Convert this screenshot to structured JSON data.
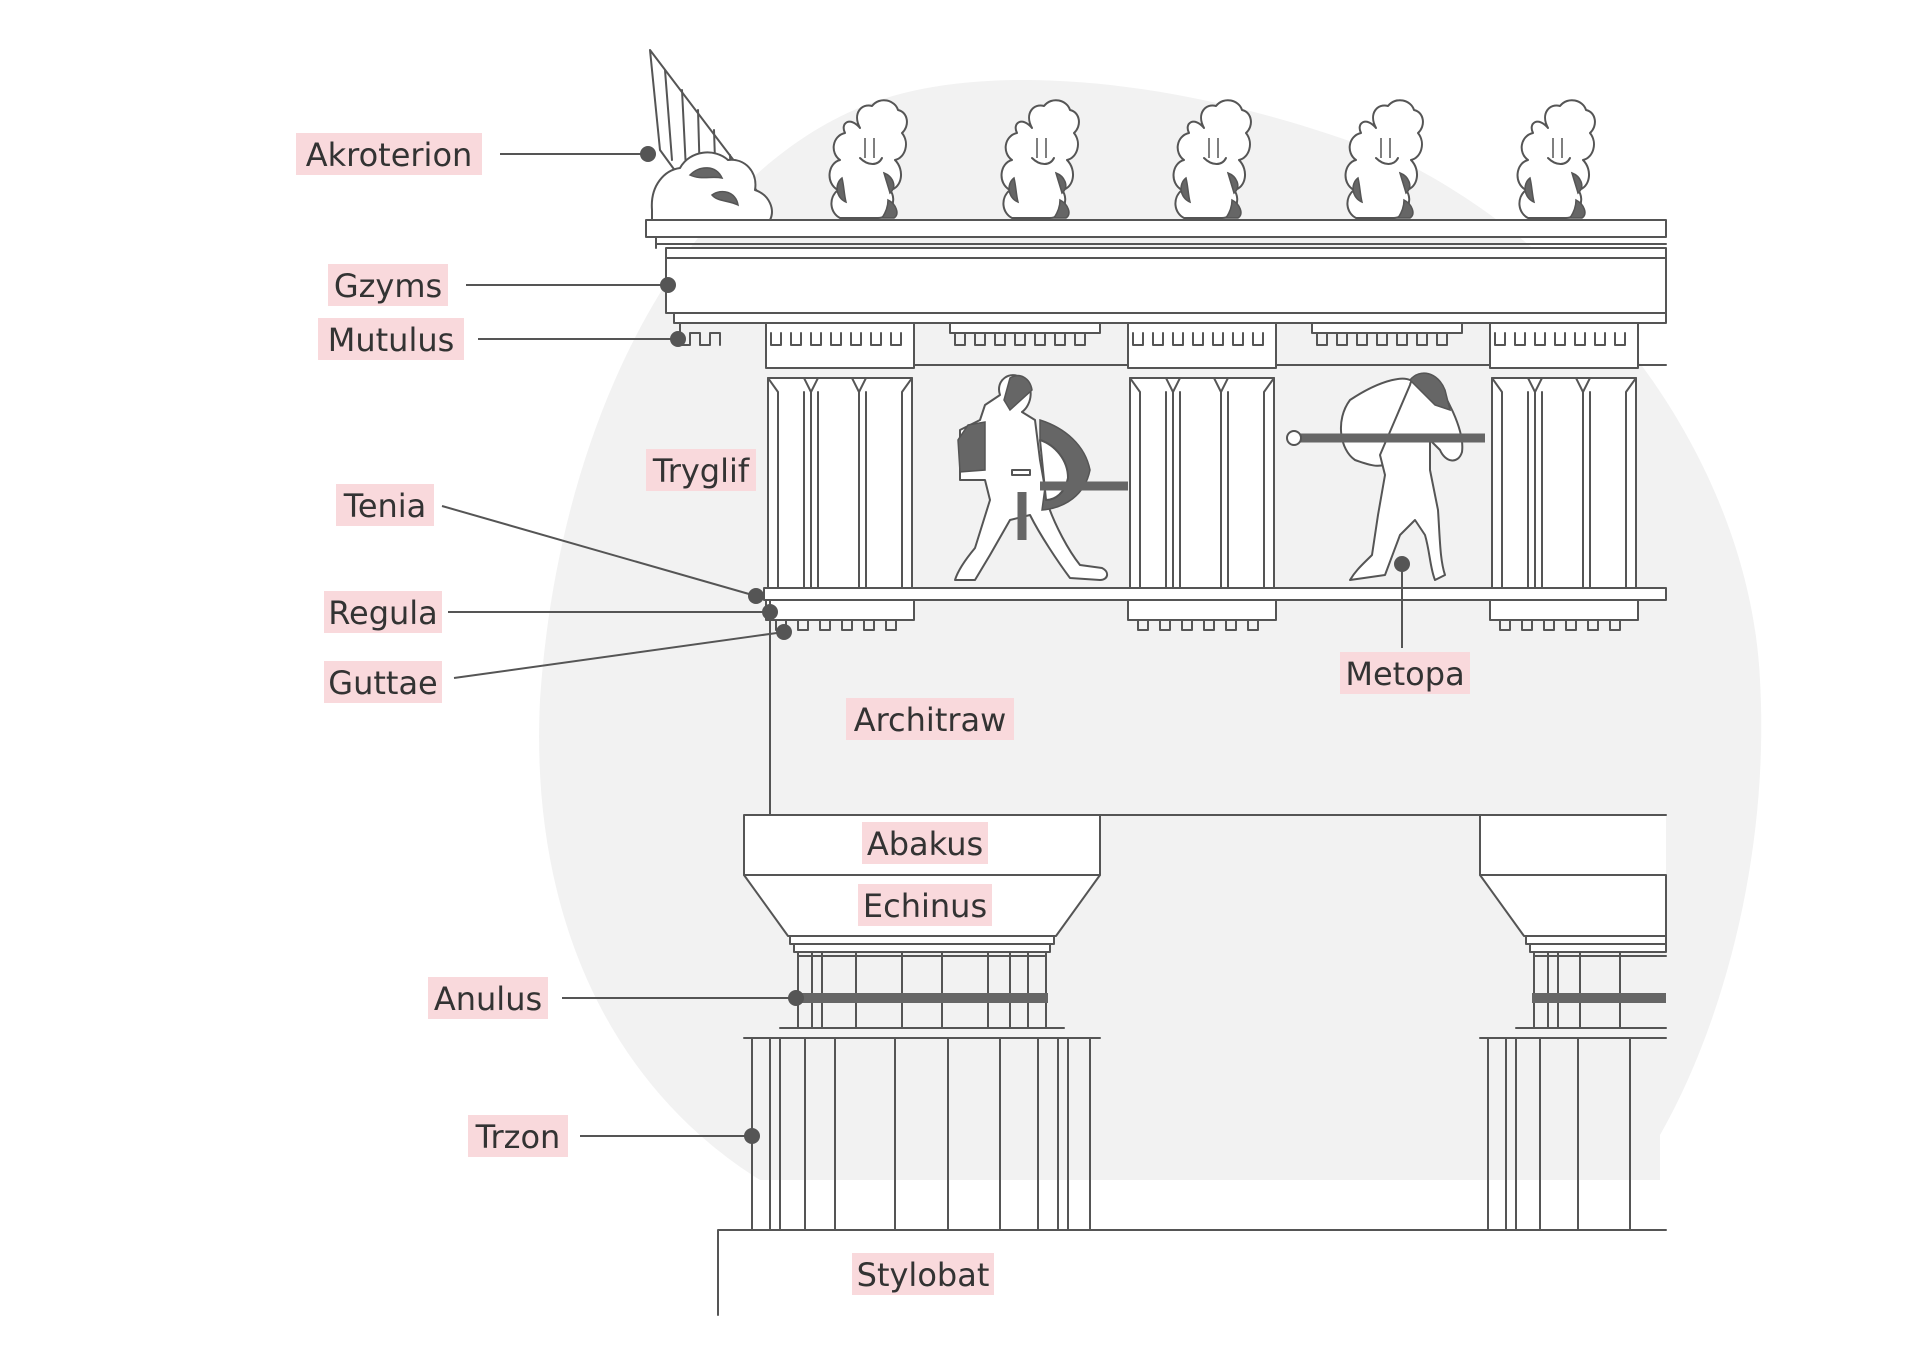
{
  "colors": {
    "label_bg": "#f9d9dc",
    "line": "#555555",
    "blob": "#f2f2f2",
    "text": "#333333"
  },
  "labels": {
    "akroterion": "Akroterion",
    "gzyms": "Gzyms",
    "mutulus": "Mutulus",
    "tryglif": "Tryglif",
    "tenia": "Tenia",
    "regula": "Regula",
    "guttae": "Guttae",
    "metopa": "Metopa",
    "architraw": "Architraw",
    "abakus": "Abakus",
    "echinus": "Echinus",
    "anulus": "Anulus",
    "trzon": "Trzon",
    "stylobat": "Stylobat"
  }
}
